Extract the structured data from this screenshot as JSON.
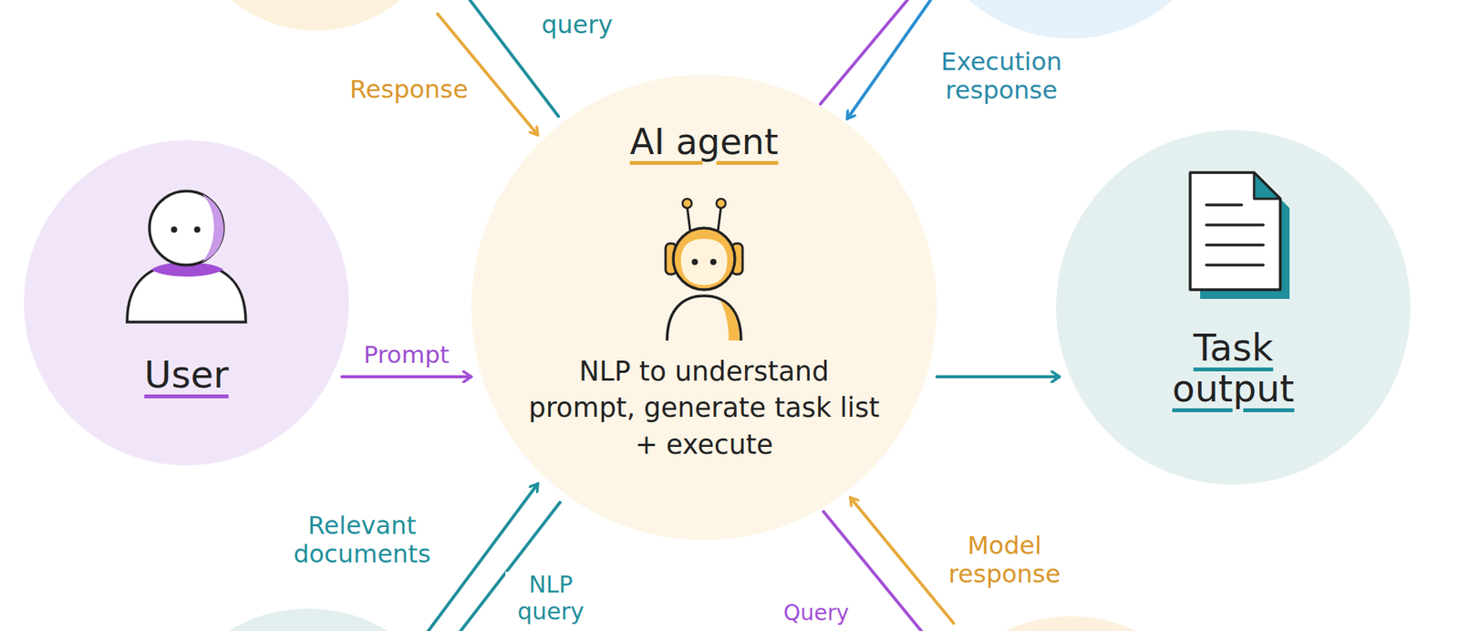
{
  "diagram": {
    "nodes": [
      {
        "text": [
          "User"
        ]
      },
      {
        "text": [
          "AI agent",
          "NLP to understand prompt, generate task list + execute"
        ]
      },
      {
        "text": [
          "Task output"
        ]
      }
    ],
    "edges": [
      {
        "from": 0,
        "to": 1,
        "label": "Prompt",
        "arrow": "to"
      },
      {
        "from": 1,
        "to": 2,
        "arrow": "to"
      }
    ],
    "labels": [
      "query",
      "Response",
      "Execution response",
      "Relevant documents",
      "NLP query",
      "Model response",
      "Query"
    ]
  }
}
